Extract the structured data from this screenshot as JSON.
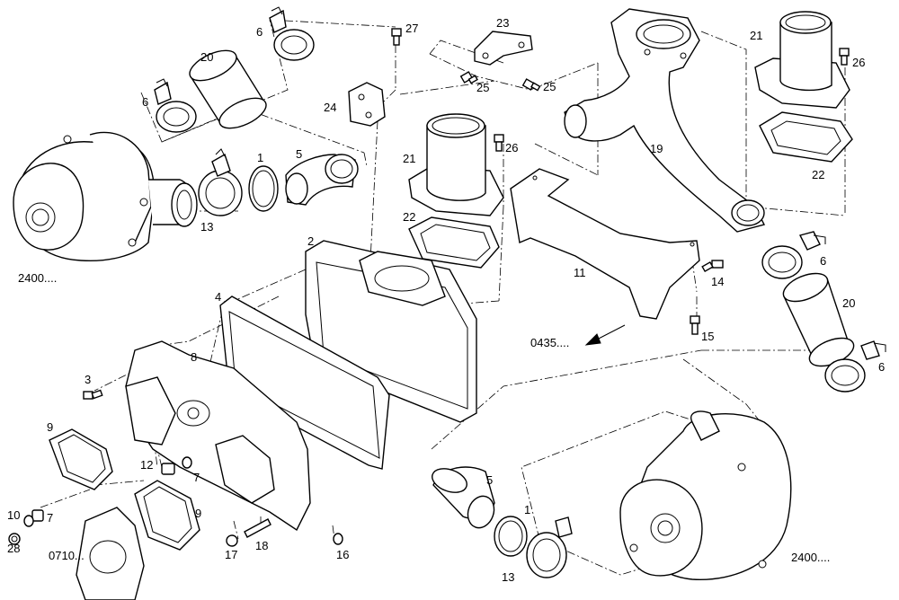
{
  "callouts": [
    {
      "id": "c-27",
      "text": "27"
    },
    {
      "id": "c-23",
      "text": "23"
    },
    {
      "id": "c-6a",
      "text": "6"
    },
    {
      "id": "c-20a",
      "text": "20"
    },
    {
      "id": "c-25a",
      "text": "25"
    },
    {
      "id": "c-25b",
      "text": "25"
    },
    {
      "id": "c-6b",
      "text": "6"
    },
    {
      "id": "c-24",
      "text": "24"
    },
    {
      "id": "c-21a",
      "text": "21"
    },
    {
      "id": "c-26a",
      "text": "26"
    },
    {
      "id": "c-19",
      "text": "19"
    },
    {
      "id": "c-1a",
      "text": "1"
    },
    {
      "id": "c-5a",
      "text": "5"
    },
    {
      "id": "c-26b",
      "text": "26"
    },
    {
      "id": "c-21b",
      "text": "21"
    },
    {
      "id": "c-22b",
      "text": "22"
    },
    {
      "id": "c-13a",
      "text": "13"
    },
    {
      "id": "c-22a",
      "text": "22"
    },
    {
      "id": "c-2",
      "text": "2"
    },
    {
      "id": "c-6c",
      "text": "6"
    },
    {
      "id": "c-11",
      "text": "11"
    },
    {
      "id": "c-14",
      "text": "14"
    },
    {
      "id": "c-4",
      "text": "4"
    },
    {
      "id": "c-20b",
      "text": "20"
    },
    {
      "id": "c-15",
      "text": "15"
    },
    {
      "id": "c-8",
      "text": "8"
    },
    {
      "id": "c-3",
      "text": "3"
    },
    {
      "id": "c-6d",
      "text": "6"
    },
    {
      "id": "c-9a",
      "text": "9"
    },
    {
      "id": "c-12",
      "text": "12"
    },
    {
      "id": "c-7a",
      "text": "7"
    },
    {
      "id": "c-5b",
      "text": "5"
    },
    {
      "id": "c-9b",
      "text": "9"
    },
    {
      "id": "c-1b",
      "text": "1"
    },
    {
      "id": "c-10",
      "text": "10"
    },
    {
      "id": "c-7b",
      "text": "7"
    },
    {
      "id": "c-28",
      "text": "28"
    },
    {
      "id": "c-18",
      "text": "18"
    },
    {
      "id": "c-17",
      "text": "17"
    },
    {
      "id": "c-16",
      "text": "16"
    },
    {
      "id": "c-13b",
      "text": "13"
    }
  ],
  "references": [
    {
      "id": "r-2400a",
      "text": "2400...."
    },
    {
      "id": "r-0435",
      "text": "0435...."
    },
    {
      "id": "r-0710",
      "text": "0710..."
    },
    {
      "id": "r-2400b",
      "text": "2400...."
    }
  ]
}
